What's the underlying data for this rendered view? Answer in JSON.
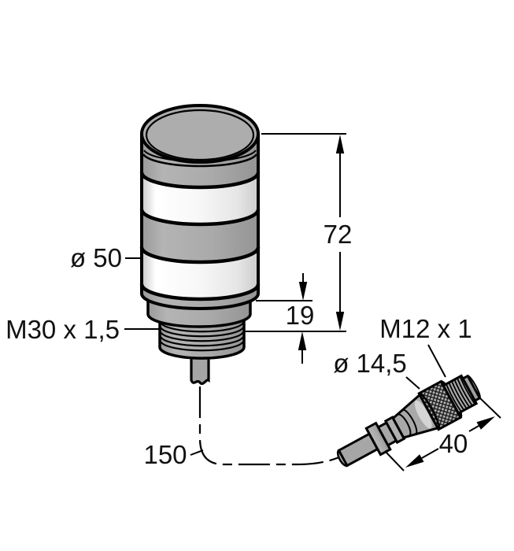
{
  "figure": {
    "colors": {
      "background": "#ffffff",
      "outline": "#000000",
      "body_gray": "#ababab",
      "lens_white": "#f7f7f7"
    },
    "tower": {
      "diameter_label": "ø 50",
      "mount_thread_label": "M30 x 1,5",
      "height_dim": "72",
      "thread_length_dim": "19"
    },
    "cable": {
      "length_dim": "150"
    },
    "connector": {
      "thread_label": "M12 x 1",
      "body_diameter_label": "ø 14,5",
      "length_dim": "40"
    }
  }
}
